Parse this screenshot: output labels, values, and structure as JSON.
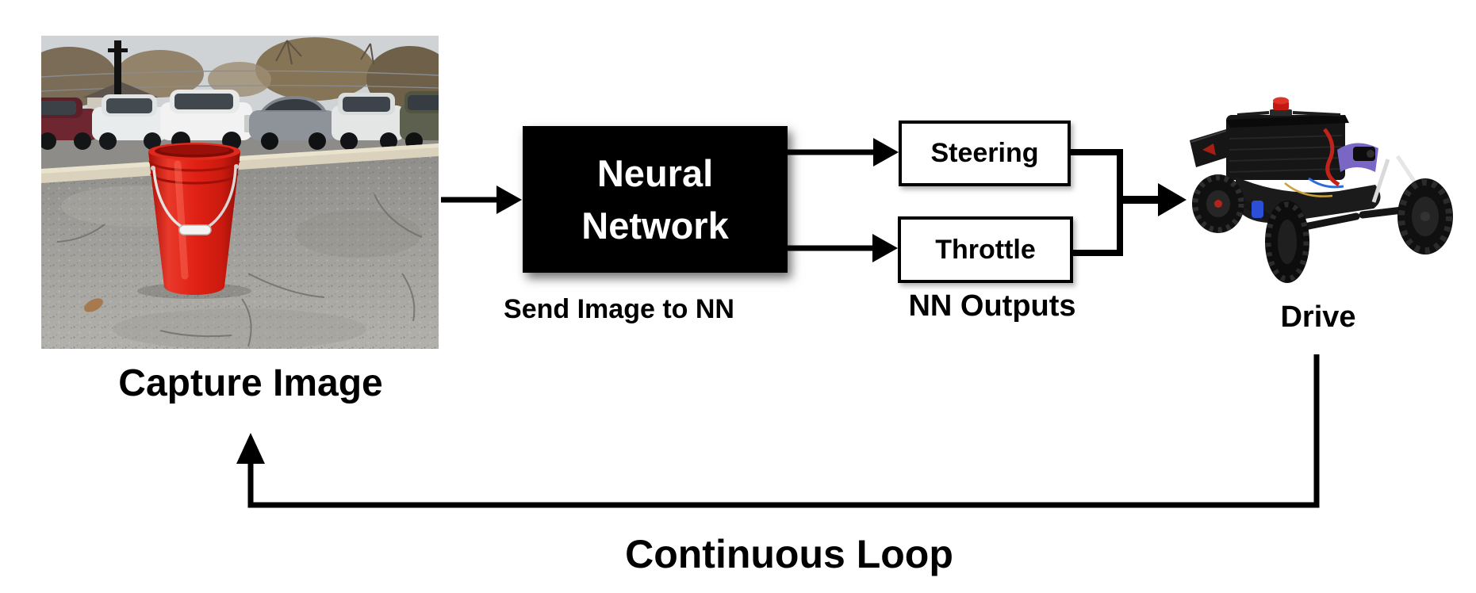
{
  "diagram": {
    "capture_image": {
      "label": "Capture Image",
      "photo_alt": "red-bucket-in-parking-lot-photo"
    },
    "send_arrow_caption": "Send Image to NN",
    "neural_network": {
      "line1": "Neural",
      "line2": "Network"
    },
    "outputs": {
      "caption": "NN Outputs",
      "boxes": [
        "Steering",
        "Throttle"
      ]
    },
    "drive": {
      "label": "Drive",
      "photo_alt": "black-rc-car-photo"
    },
    "loop_caption": "Continuous Loop"
  },
  "colors": {
    "background": "#ffffff",
    "line": "#000000",
    "text": "#000000",
    "nn_box_fill": "#000000",
    "nn_box_text": "#ffffff",
    "output_box_fill": "#ffffff",
    "output_box_border": "#000000",
    "bucket_red": "#e22115",
    "stop_button_red": "#c21a12"
  }
}
